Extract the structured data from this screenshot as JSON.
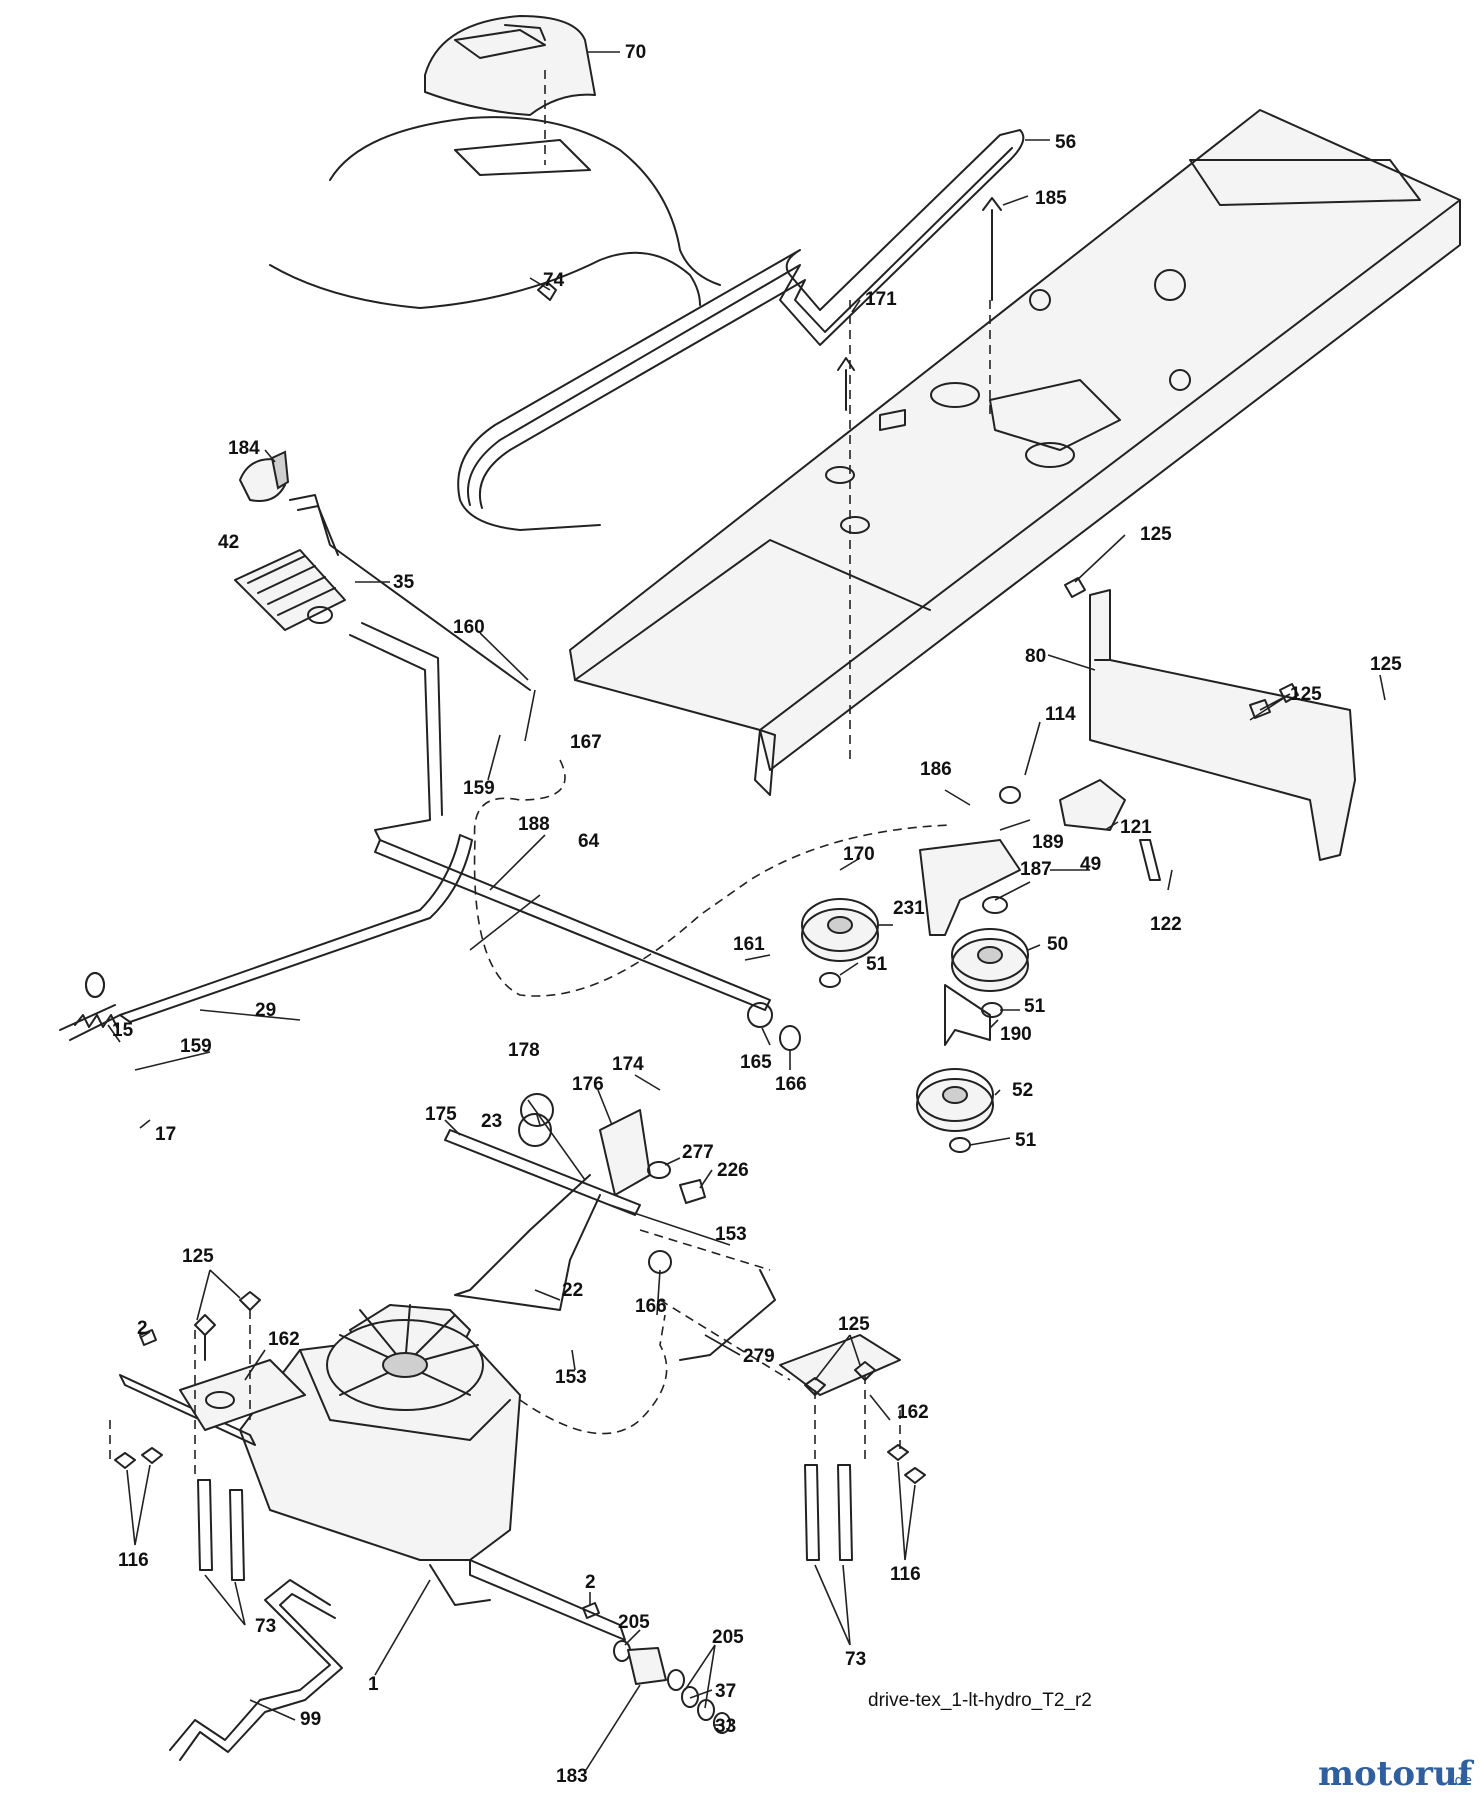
{
  "diagram": {
    "caption": "drive-tex_1-lt-hydro_T2_r2",
    "watermark": {
      "name": "motoruf",
      "tld": ".de"
    },
    "callouts": [
      {
        "label": "70"
      },
      {
        "label": "56"
      },
      {
        "label": "185"
      },
      {
        "label": "74"
      },
      {
        "label": "171"
      },
      {
        "label": "184"
      },
      {
        "label": "42"
      },
      {
        "label": "35"
      },
      {
        "label": "160"
      },
      {
        "label": "125"
      },
      {
        "label": "80"
      },
      {
        "label": "125"
      },
      {
        "label": "125"
      },
      {
        "label": "114"
      },
      {
        "label": "167"
      },
      {
        "label": "159"
      },
      {
        "label": "186"
      },
      {
        "label": "121"
      },
      {
        "label": "188"
      },
      {
        "label": "64"
      },
      {
        "label": "170"
      },
      {
        "label": "189"
      },
      {
        "label": "49"
      },
      {
        "label": "122"
      },
      {
        "label": "187"
      },
      {
        "label": "161"
      },
      {
        "label": "231"
      },
      {
        "label": "50"
      },
      {
        "label": "51"
      },
      {
        "label": "29"
      },
      {
        "label": "15"
      },
      {
        "label": "159"
      },
      {
        "label": "51"
      },
      {
        "label": "190"
      },
      {
        "label": "165"
      },
      {
        "label": "166"
      },
      {
        "label": "178"
      },
      {
        "label": "174"
      },
      {
        "label": "176"
      },
      {
        "label": "23"
      },
      {
        "label": "52"
      },
      {
        "label": "175"
      },
      {
        "label": "277"
      },
      {
        "label": "226"
      },
      {
        "label": "17"
      },
      {
        "label": "51"
      },
      {
        "label": "153"
      },
      {
        "label": "125"
      },
      {
        "label": "22"
      },
      {
        "label": "166"
      },
      {
        "label": "2"
      },
      {
        "label": "162"
      },
      {
        "label": "125"
      },
      {
        "label": "153"
      },
      {
        "label": "279"
      },
      {
        "label": "162"
      },
      {
        "label": "116"
      },
      {
        "label": "116"
      },
      {
        "label": "73"
      },
      {
        "label": "2"
      },
      {
        "label": "205"
      },
      {
        "label": "205"
      },
      {
        "label": "73"
      },
      {
        "label": "1"
      },
      {
        "label": "99"
      },
      {
        "label": "37"
      },
      {
        "label": "33"
      },
      {
        "label": "183"
      }
    ]
  }
}
